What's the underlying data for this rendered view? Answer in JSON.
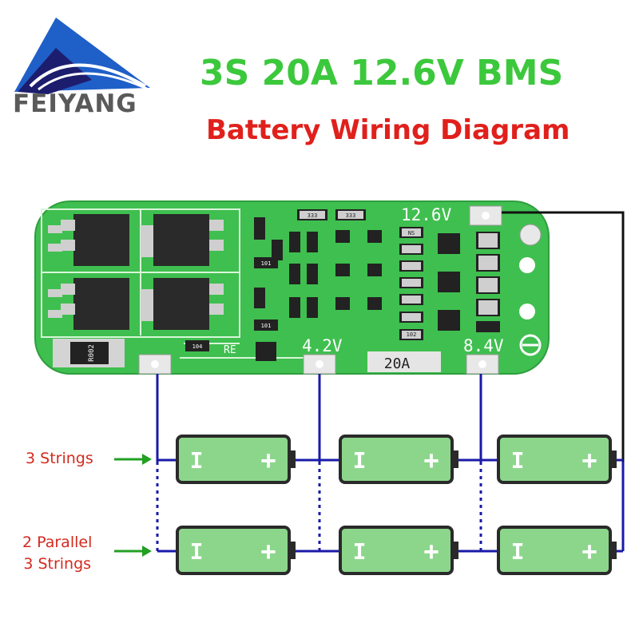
{
  "logo": {
    "brand": "FEIYANG"
  },
  "title": {
    "main": "3S 20A 12.6V BMS",
    "sub": "Battery Wiring Diagram"
  },
  "board": {
    "label_top": "12.6V",
    "label_mid": "4.2V",
    "label_right": "8.4V",
    "label_current": "20A",
    "label_re": "RE",
    "inductor_mark": "R002",
    "resistor_marks": [
      "333",
      "333",
      "101",
      "101",
      "104",
      "102"
    ],
    "cap_mark": "NS"
  },
  "labels": {
    "series": "3 Strings",
    "parallel_line1": "2 Parallel",
    "parallel_line2": "3 Strings"
  },
  "battery": {
    "neg": "I",
    "pos": "+"
  },
  "colors": {
    "pcb_green": "#3fbf4f",
    "title_green": "#3cc83c",
    "title_red": "#e0201c",
    "wire_blue": "#1a1aa8",
    "battery_green": "#8cd68c",
    "arrow_green": "#22a022",
    "label_red": "#d42a1e",
    "logo_blue": "#1f5fc8",
    "logo_navy": "#1d1d6e"
  }
}
